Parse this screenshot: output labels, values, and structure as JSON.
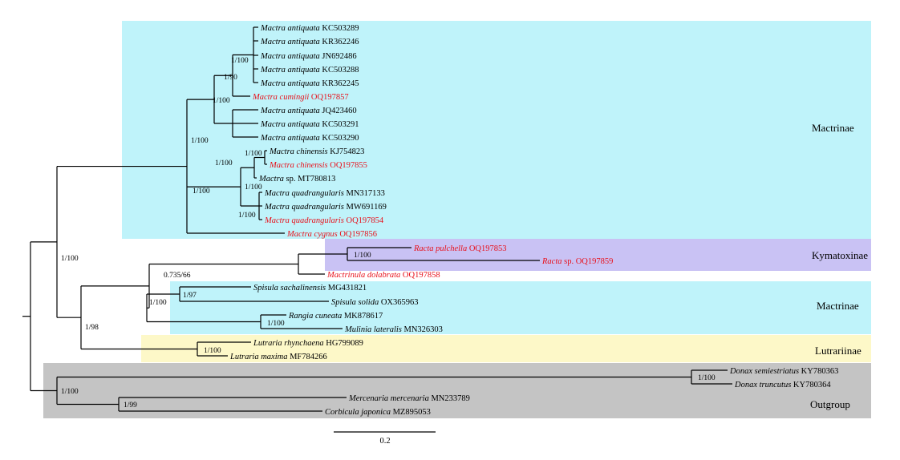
{
  "colors": {
    "mactrinae_box": "#bff3fa",
    "kymatoxinae_box": "#c9c2f4",
    "lutrariinae_box": "#fdf8c8",
    "outgroup_box": "#c4c4c4",
    "highlight_label": "#e8101a"
  },
  "groups": [
    "Mactrinae",
    "Kymatoxinae",
    "Mactrinae",
    "Lutrariinae",
    "Outgroup"
  ],
  "tips": [
    {
      "genus": "Mactra antiquata",
      "accession": "KC503289",
      "highlight": false
    },
    {
      "genus": "Mactra antiquata",
      "accession": "KR362246",
      "highlight": false
    },
    {
      "genus": "Mactra antiquata",
      "accession": "JN692486",
      "highlight": false
    },
    {
      "genus": "Mactra antiquata",
      "accession": "KC503288",
      "highlight": false
    },
    {
      "genus": "Mactra antiquata",
      "accession": "KR362245",
      "highlight": false
    },
    {
      "genus": "Mactra cumingii",
      "accession": "OQ197857",
      "highlight": true
    },
    {
      "genus": "Mactra antiquata",
      "accession": "JQ423460",
      "highlight": false
    },
    {
      "genus": "Mactra antiquata",
      "accession": "KC503291",
      "highlight": false
    },
    {
      "genus": "Mactra antiquata",
      "accession": "KC503290",
      "highlight": false
    },
    {
      "genus": "Mactra chinensis",
      "accession": "KJ754823",
      "highlight": false
    },
    {
      "genus": "Mactra chinensis",
      "accession": "OQ197855",
      "highlight": true
    },
    {
      "genus": "Mactra",
      "suffix": "sp.",
      "accession": "MT780813",
      "highlight": false
    },
    {
      "genus": "Mactra quadrangularis",
      "accession": "MN317133",
      "highlight": false
    },
    {
      "genus": "Mactra quadrangularis",
      "accession": "MW691169",
      "highlight": false
    },
    {
      "genus": "Mactra quadrangularis",
      "accession": "OQ197854",
      "highlight": true
    },
    {
      "genus": "Mactra cygnus",
      "accession": "OQ197856",
      "highlight": true
    },
    {
      "genus": "Racta pulchella",
      "accession": "OQ197853",
      "highlight": true
    },
    {
      "genus": "Racta",
      "suffix": "sp.",
      "accession": "OQ197859",
      "highlight": true
    },
    {
      "genus": "Mactrinula dolabrata",
      "accession": "OQ197858",
      "highlight": true
    },
    {
      "genus": "Spisula sachalinensis",
      "accession": "MG431821",
      "highlight": false
    },
    {
      "genus": "Spisula solida",
      "accession": "OX365963",
      "highlight": false
    },
    {
      "genus": "Rangia cuneata",
      "accession": "MK878617",
      "highlight": false
    },
    {
      "genus": "Mulinia lateralis",
      "accession": "MN326303",
      "highlight": false
    },
    {
      "genus": "Lutraria rhynchaena",
      "accession": "HG799089",
      "highlight": false
    },
    {
      "genus": "Lutraria maxima",
      "accession": "MF784266",
      "highlight": false
    },
    {
      "genus": "Donax semiestriatus",
      "accession": "KY780363",
      "highlight": false
    },
    {
      "genus": "Donax truncutus",
      "accession": "KY780364",
      "highlight": false
    },
    {
      "genus": "Mercenaria mercenaria",
      "accession": "MN233789",
      "highlight": false
    },
    {
      "genus": "Corbicula japonica",
      "accession": "MZ895053",
      "highlight": false
    }
  ],
  "supports": [
    "1/100",
    "1/90",
    "1/100",
    "1/100",
    "1/100",
    "1/100",
    "1/100",
    "1/100",
    "1/100",
    "1/100",
    "1/100",
    "0.735/66",
    "1/97",
    "1/100",
    "1/100",
    "1/98",
    "1/100",
    "1/100",
    "1/100",
    "1/99"
  ],
  "scale_bar": {
    "label": "0.2"
  }
}
